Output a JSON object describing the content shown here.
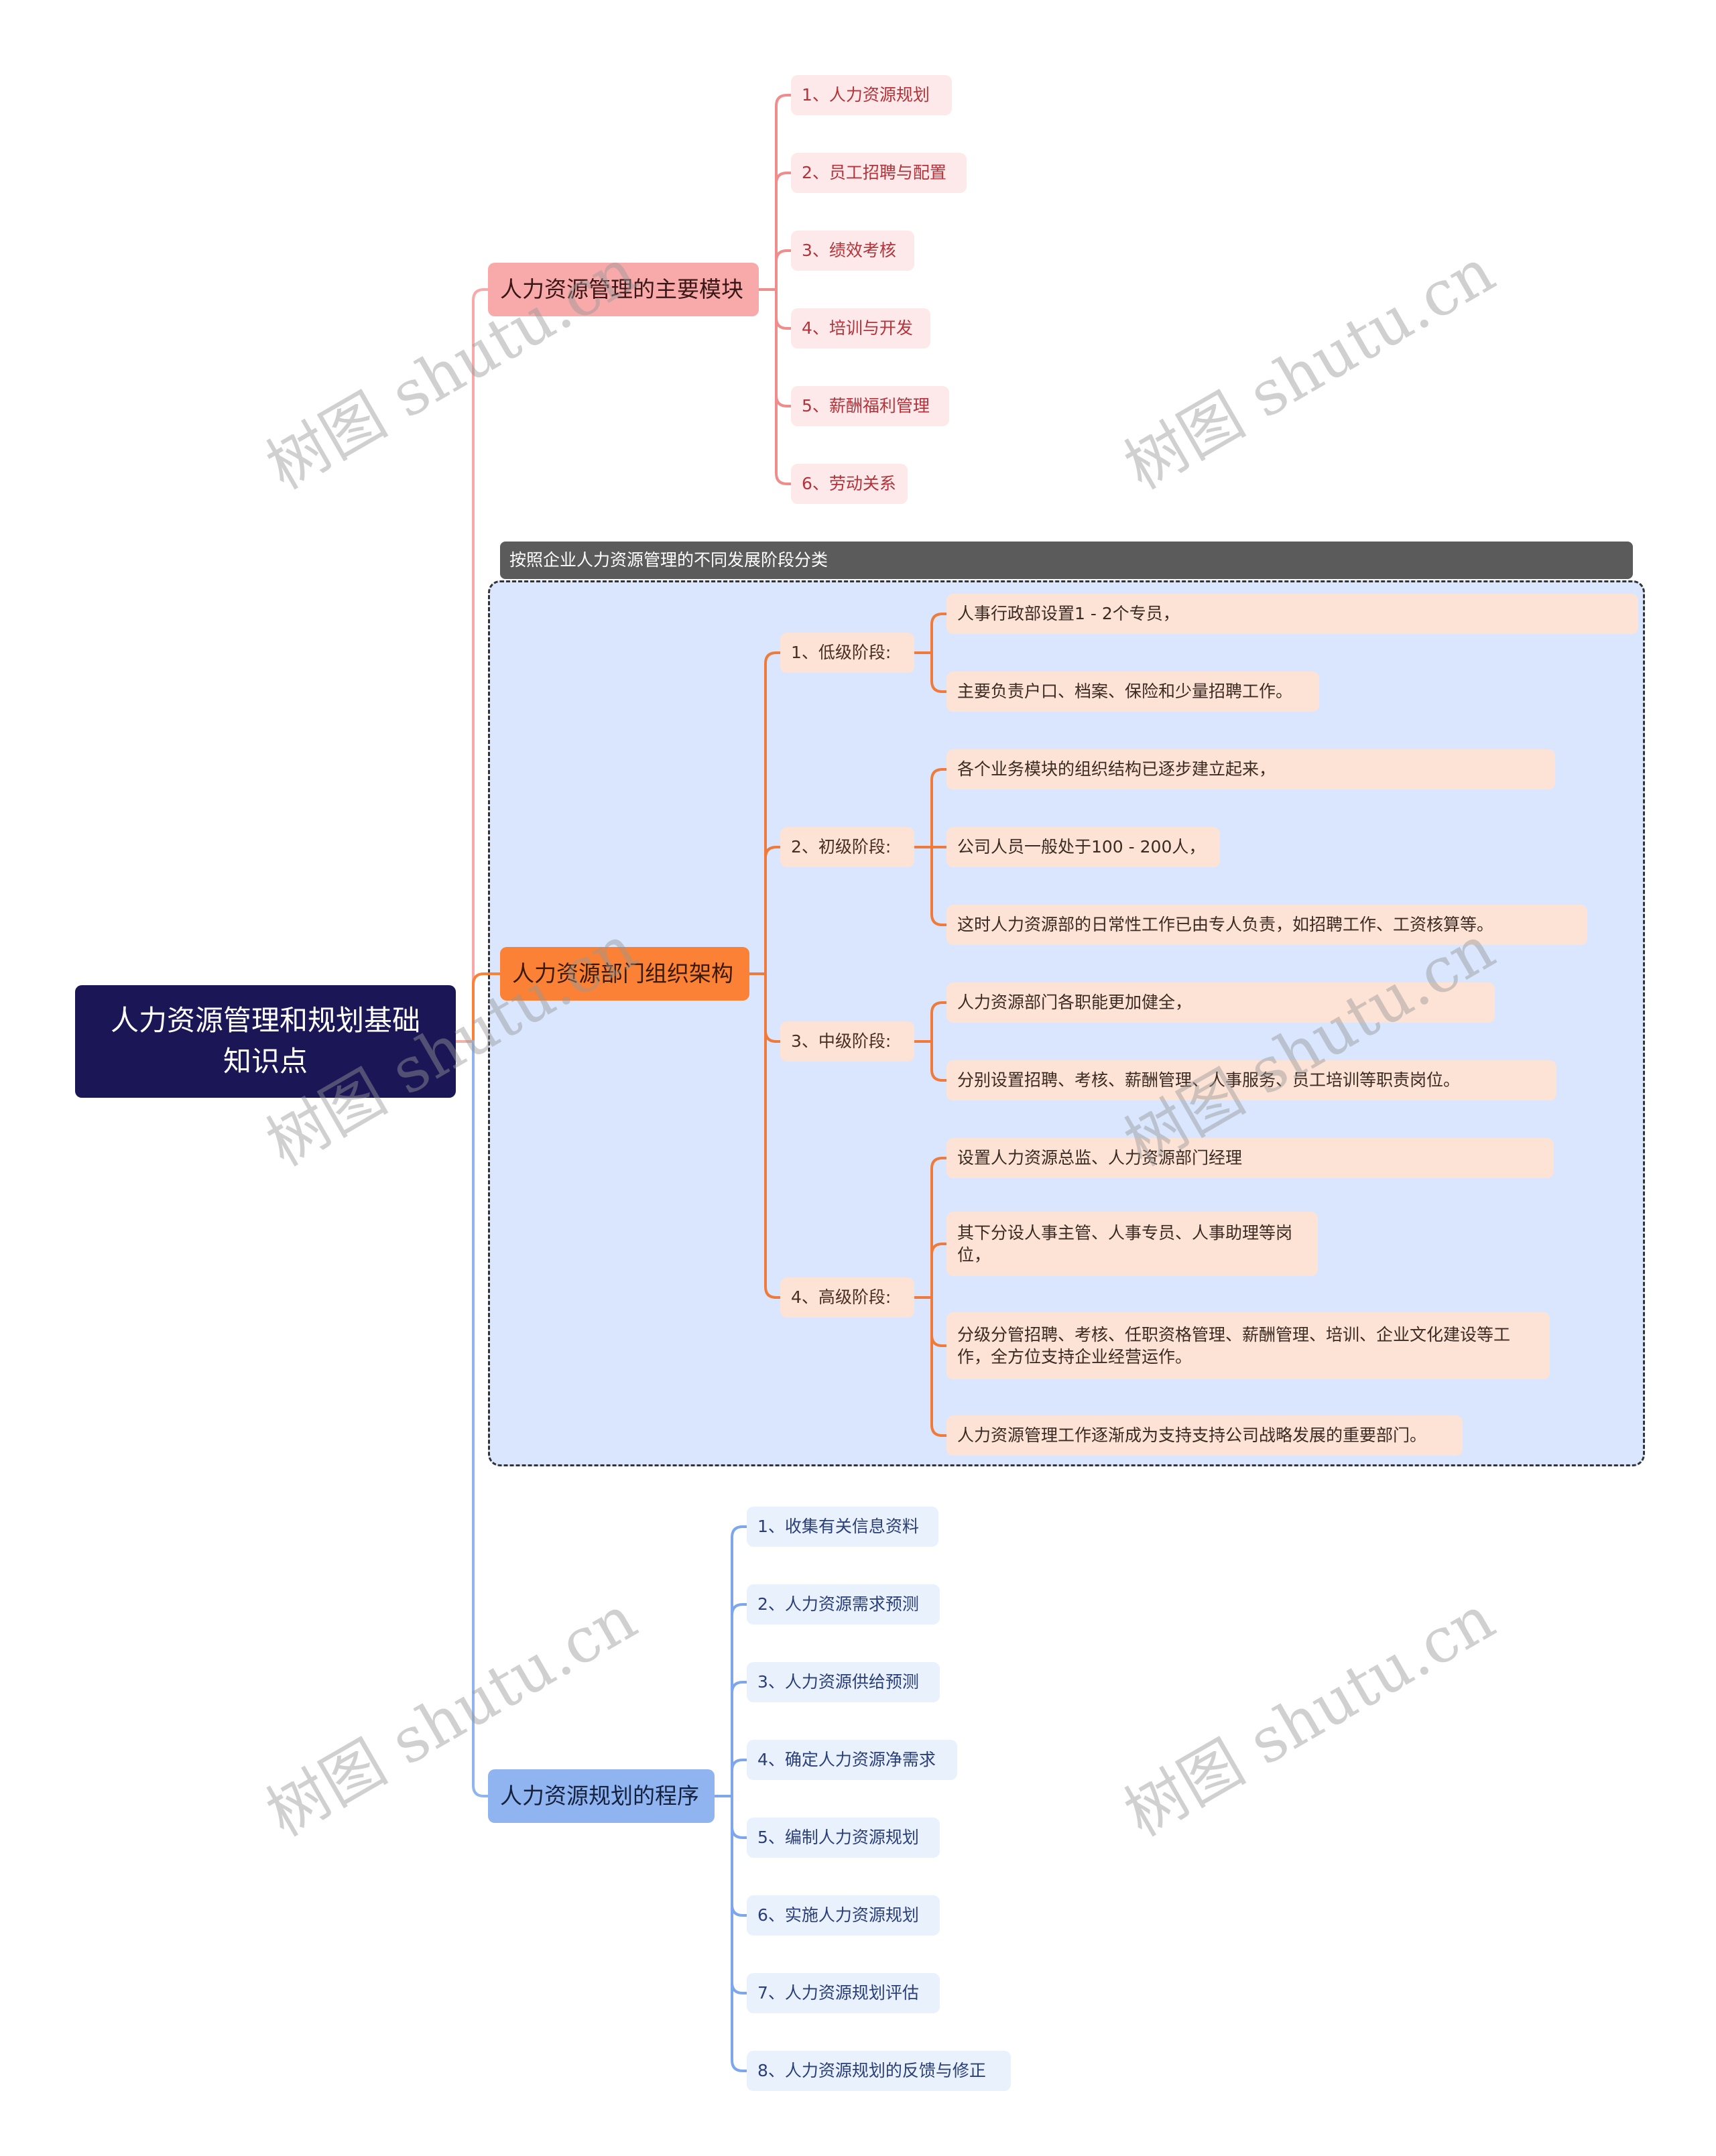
{
  "root": {
    "title": "人力资源管理和规划基础知识点"
  },
  "branch_modules": {
    "title": "人力资源管理的主要模块",
    "items": [
      "1、人力资源规划",
      "2、员工招聘与配置",
      "3、绩效考核",
      "4、培训与开发",
      "5、薪酬福利管理",
      "6、劳动关系"
    ]
  },
  "branch_structure": {
    "title": "人力资源部门组织架构",
    "summary": "按照企业人力资源管理的不同发展阶段分类",
    "stages": [
      {
        "label": "1、低级阶段:",
        "items": [
          "人事行政部设置1 - 2个专员，",
          "主要负责户口、档案、保险和少量招聘工作。"
        ]
      },
      {
        "label": "2、初级阶段:",
        "items": [
          "各个业务模块的组织结构已逐步建立起来，",
          "公司人员一般处于100 - 200人，",
          "这时人力资源部的日常性工作已由专人负责，如招聘工作、工资核算等。"
        ]
      },
      {
        "label": "3、中级阶段:",
        "items": [
          "人力资源部门各职能更加健全，",
          "分别设置招聘、考核、薪酬管理、人事服务、员工培训等职责岗位。"
        ]
      },
      {
        "label": "4、高级阶段:",
        "items": [
          "设置人力资源总监、人力资源部门经理",
          "其下分设人事主管、人事专员、人事助理等岗位，",
          "分级分管招聘、考核、任职资格管理、薪酬管理、培训、企业文化建设等工作，全方位支持企业经营运作。",
          "人力资源管理工作逐渐成为支持支持公司战略发展的重要部门。"
        ]
      }
    ]
  },
  "branch_process": {
    "title": "人力资源规划的程序",
    "items": [
      "1、收集有关信息资料",
      "2、人力资源需求预测",
      "3、人力资源供给预测",
      "4、确定人力资源净需求",
      "5、编制人力资源规划",
      "6、实施人力资源规划",
      "7、人力资源规划评估",
      "8、人力资源规划的反馈与修正"
    ]
  },
  "watermark": "树图 shutu.cn",
  "colors": {
    "root": "#1b1757",
    "modules": "#f8aaaa",
    "structure": "#fa8135",
    "process": "#8fb4f0"
  }
}
